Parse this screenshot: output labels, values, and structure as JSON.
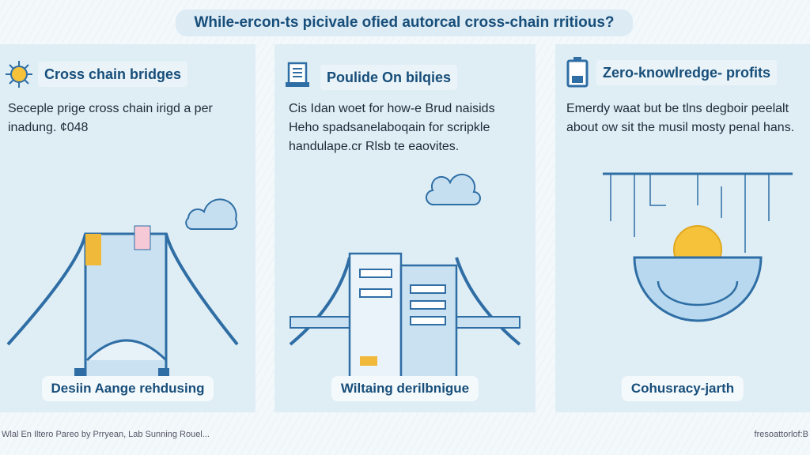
{
  "title": "While-ercon-ts picivale ofied autorcal cross-chain rritious?",
  "panels": [
    {
      "heading": "Cross chain bridges",
      "icon": "sun-icon",
      "text": "Seceple prige cross chain irigd a per inadung. ¢048",
      "caption": "Desiin Aange rehdusing"
    },
    {
      "heading": "Poulide On bilqies",
      "icon": "document-icon",
      "text": "Cis Idan woet for how-e Brud naisids Heho spadsanelaboqain for scripkle handulape.cr Rlsb te eaovites.",
      "caption": "Wiltaing derilbnigue"
    },
    {
      "heading": "Zero-knowlredge- profits",
      "icon": "battery-icon",
      "text": "Emerdy waat but be tlns degboir peelalt about ow sit the musil mosty penal hans.",
      "caption": "Cohusracy-jarth"
    }
  ],
  "footer": {
    "left": "Wlal En Iltero Pareo by Prryean, Lab Sunning Rouel...",
    "right": "fresoattorlof:B"
  },
  "colors": {
    "accent": "#174e7a",
    "panel": "#dfeef5",
    "coin": "#f5c23a"
  }
}
